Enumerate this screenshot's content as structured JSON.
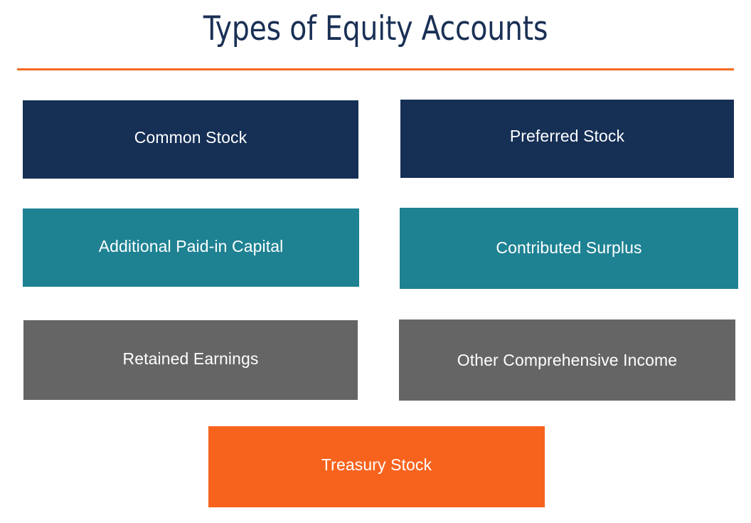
{
  "slide": {
    "title": "Types of Equity Accounts",
    "background_color": "#ffffff",
    "title_color": "#1a3055",
    "rule_color": "#f26b21"
  },
  "palette": {
    "navy": "#152f55",
    "teal": "#1e8293",
    "gray": "#656565",
    "orange": "#f7631d",
    "text_on_box": "#ffffff"
  },
  "rows": [
    {
      "row_index": 1,
      "color_name": "navy",
      "color": "#152f55",
      "boxes": [
        {
          "label": "Common Stock",
          "column": "left"
        },
        {
          "label": "Preferred Stock",
          "column": "right"
        }
      ]
    },
    {
      "row_index": 2,
      "color_name": "teal",
      "color": "#1e8293",
      "boxes": [
        {
          "label": "Additional Paid-in Capital",
          "column": "left"
        },
        {
          "label": "Contributed Surplus",
          "column": "right"
        }
      ]
    },
    {
      "row_index": 3,
      "color_name": "gray",
      "color": "#656565",
      "boxes": [
        {
          "label": "Retained Earnings",
          "column": "left"
        },
        {
          "label": "Other Comprehensive Income",
          "column": "right"
        }
      ]
    },
    {
      "row_index": 4,
      "color_name": "orange",
      "color": "#f7631d",
      "boxes": [
        {
          "label": "Treasury Stock",
          "column": "center"
        }
      ]
    }
  ]
}
